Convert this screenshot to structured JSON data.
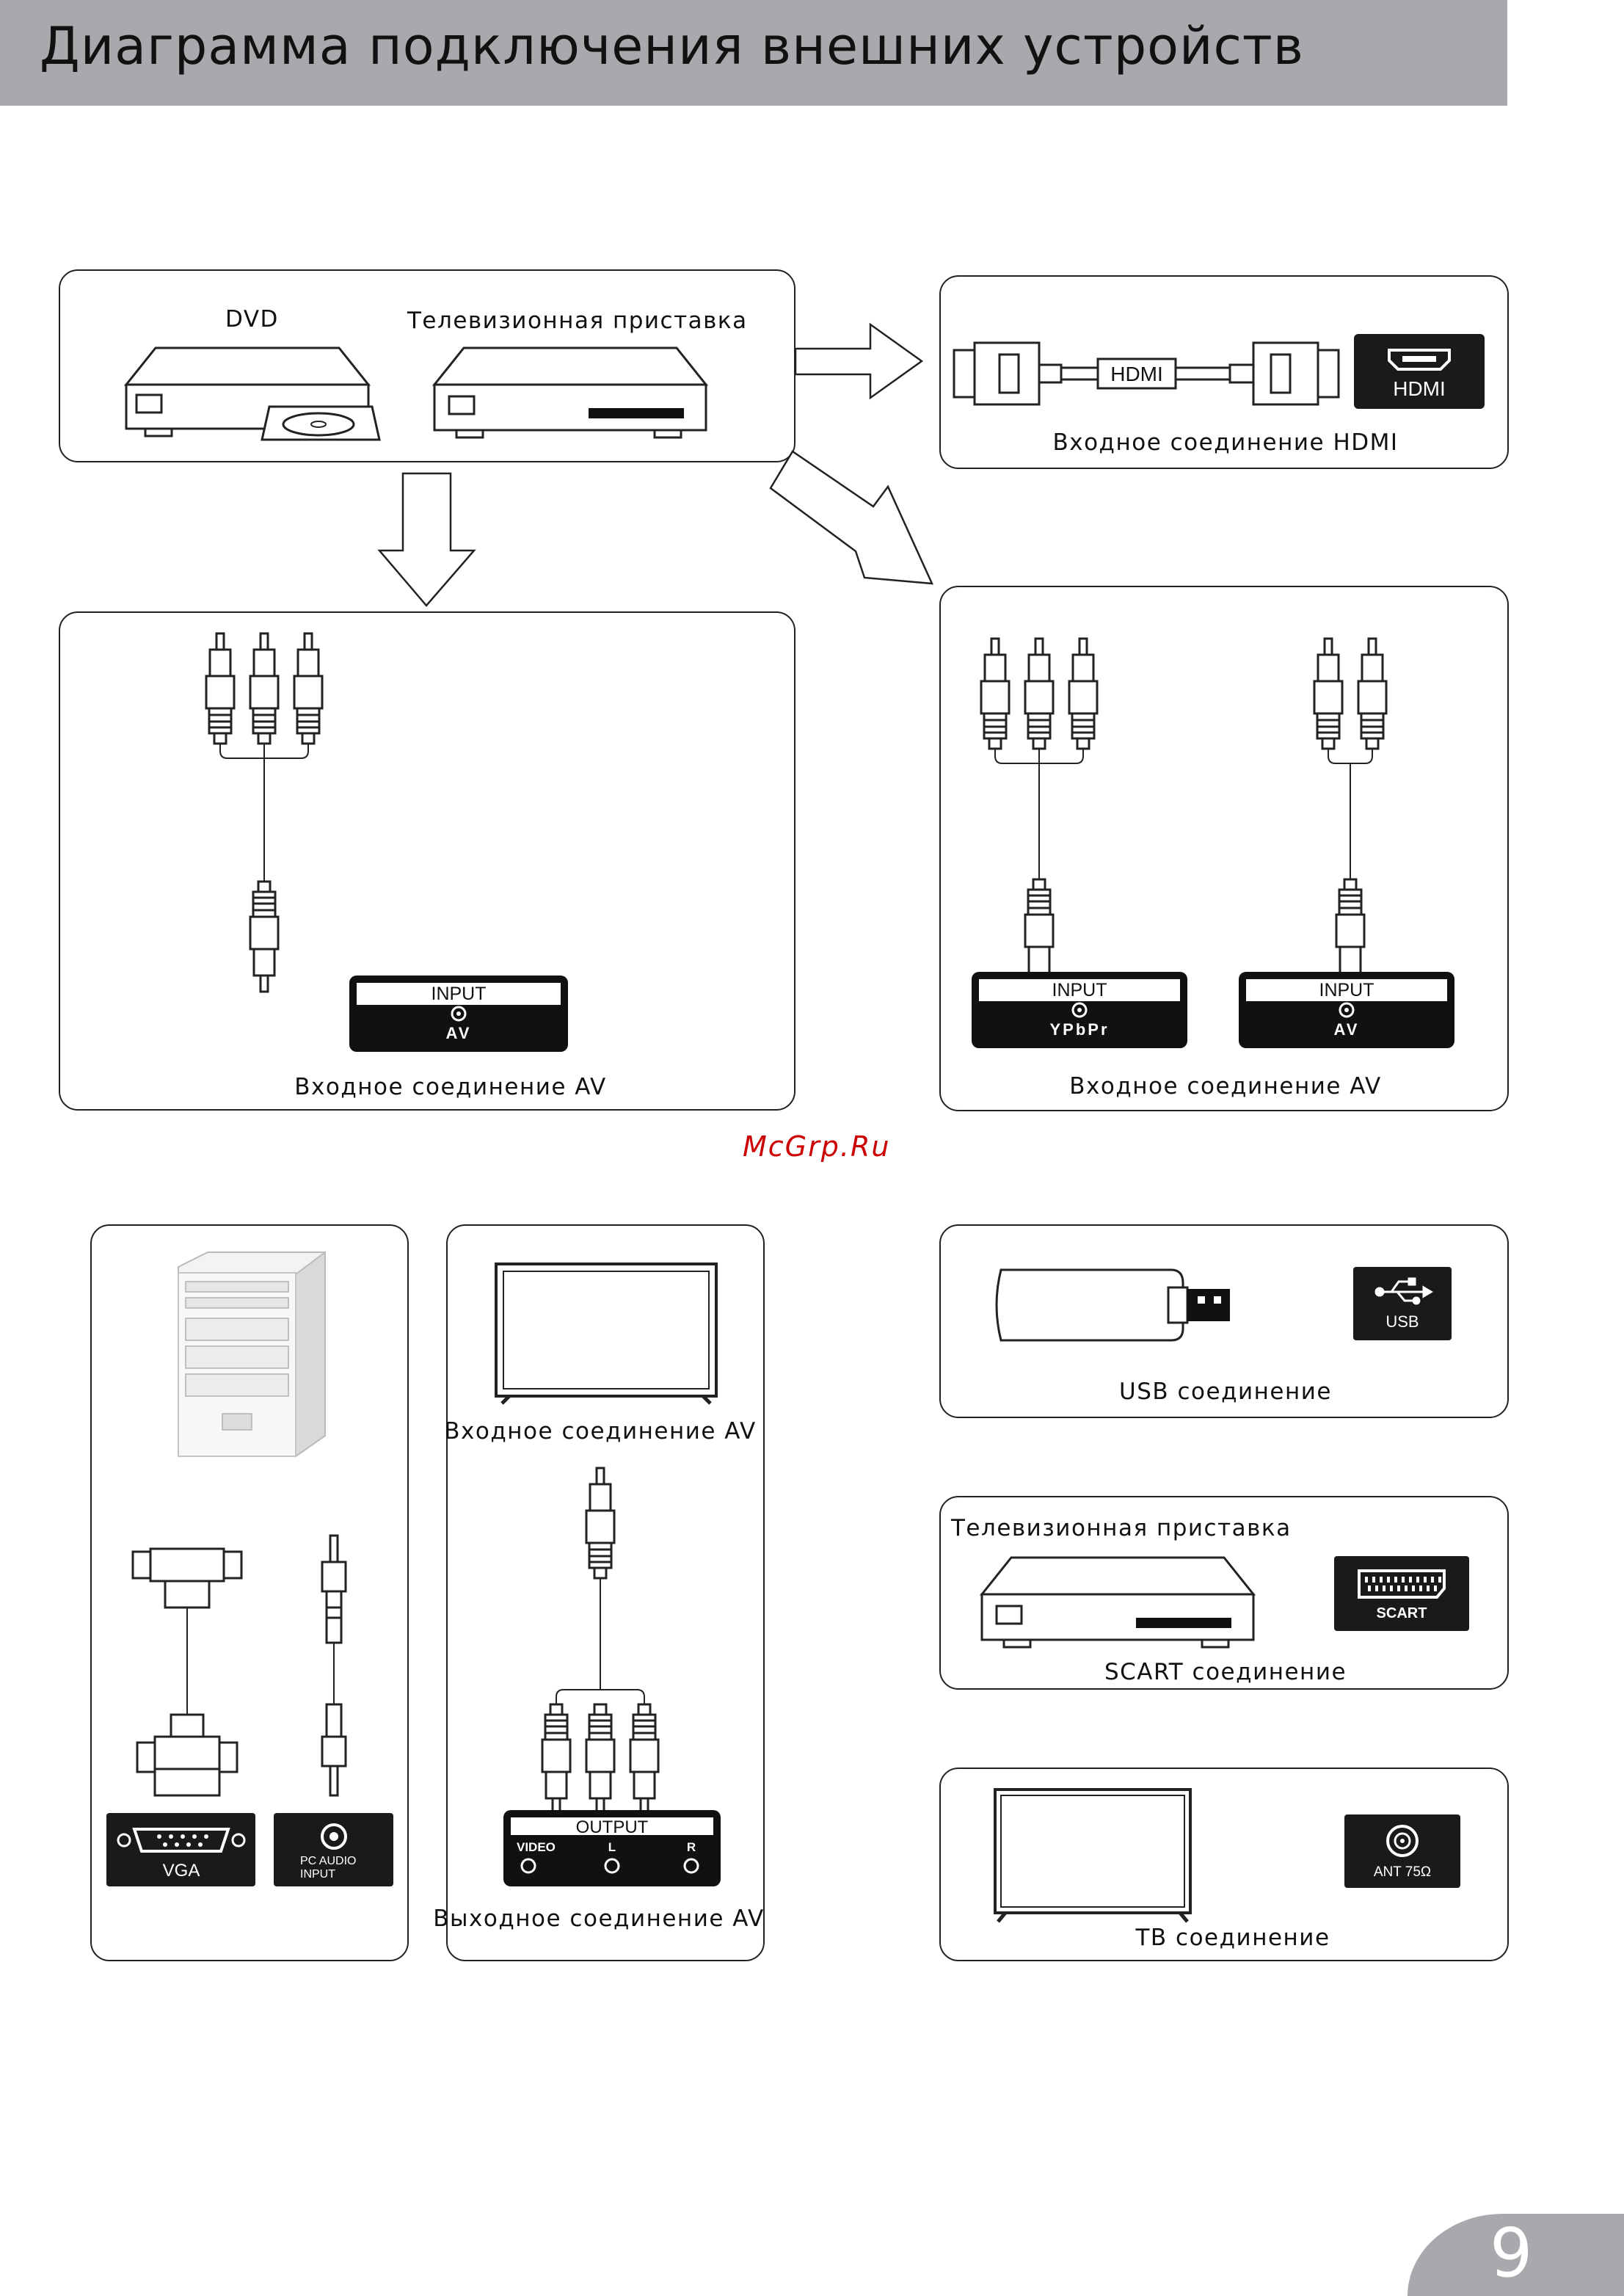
{
  "header": {
    "title": "Диаграмма подключения внешних устройств"
  },
  "sources": {
    "dvd_label": "DVD",
    "stb_label": "Телевизионная приставка"
  },
  "hdmi": {
    "cable_label": "HDMI",
    "port_label": "HDMI",
    "caption": "Входное соединение HDMI"
  },
  "av_left": {
    "panel_top": "INPUT",
    "panel_bottom": "AV",
    "caption": "Входное соединение AV"
  },
  "av_right": {
    "panel1_top": "INPUT",
    "panel1_bottom": "YPbPr",
    "panel2_top": "INPUT",
    "panel2_bottom": "AV",
    "caption": "Входное соединение AV"
  },
  "watermark": "McGrp.Ru",
  "pc": {
    "vga_label": "VGA",
    "audio_line1": "PC AUDIO",
    "audio_line2": "INPUT"
  },
  "av_out": {
    "top_caption": "Входное соединение AV",
    "panel_title": "OUTPUT",
    "video": "VIDEO",
    "l": "L",
    "r": "R",
    "caption": "Выходное соединение AV"
  },
  "usb": {
    "port_label": "USB",
    "caption": "USB соединение"
  },
  "scart": {
    "stb_label": "Телевизионная приставка",
    "port_label": "SCART",
    "caption": "SCART соединение"
  },
  "tv": {
    "port_label": "ANT 75Ω",
    "caption": "ТВ соединение"
  },
  "page_number": "9"
}
